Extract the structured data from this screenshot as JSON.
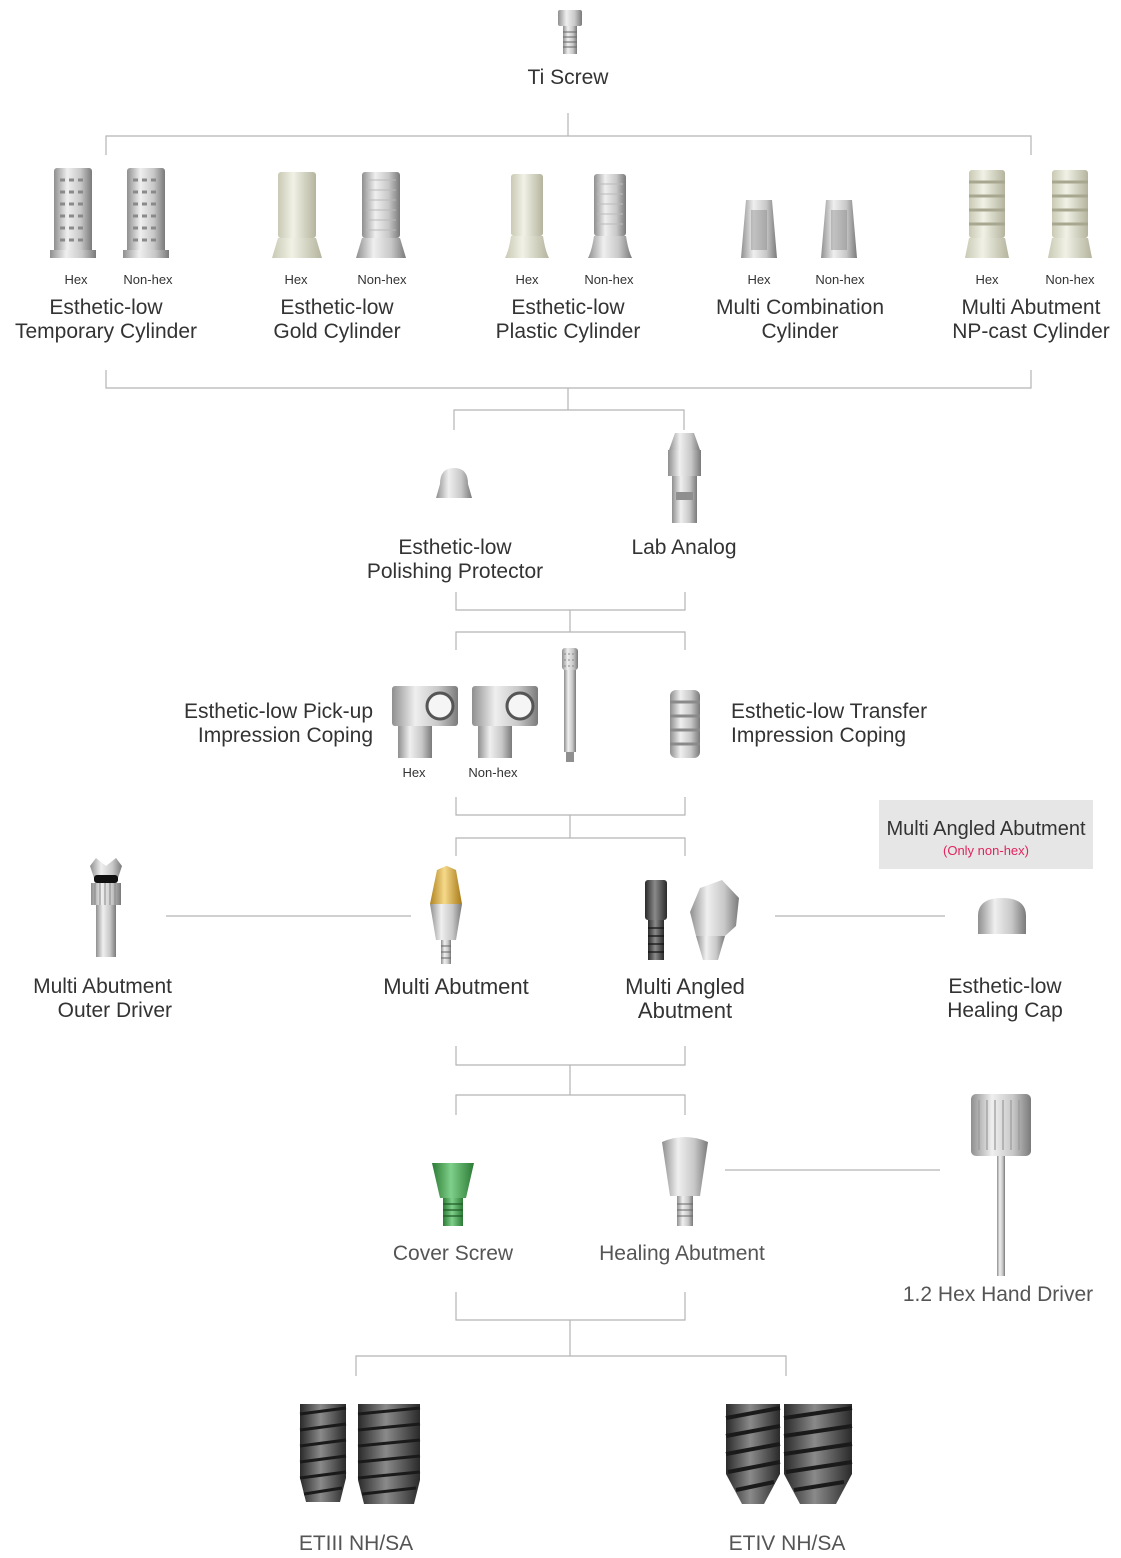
{
  "components": {
    "ti_screw": "Ti Screw",
    "cylinders": [
      {
        "line1": "Esthetic-low",
        "line2": "Temporary Cylinder",
        "hex": "Hex",
        "nonhex": "Non-hex"
      },
      {
        "line1": "Esthetic-low",
        "line2": "Gold Cylinder",
        "hex": "Hex",
        "nonhex": "Non-hex"
      },
      {
        "line1": "Esthetic-low",
        "line2": "Plastic Cylinder",
        "hex": "Hex",
        "nonhex": "Non-hex"
      },
      {
        "line1": "Multi Combination",
        "line2": "Cylinder",
        "hex": "Hex",
        "nonhex": "Non-hex"
      },
      {
        "line1": "Multi Abutment",
        "line2": "NP-cast Cylinder",
        "hex": "Hex",
        "nonhex": "Non-hex"
      }
    ],
    "polishing_protector": {
      "line1": "Esthetic-low",
      "line2": "Polishing Protector"
    },
    "lab_analog": "Lab Analog",
    "pickup_coping": {
      "line1": "Esthetic-low Pick-up",
      "line2": "Impression Coping",
      "hex": "Hex",
      "nonhex": "Non-hex"
    },
    "transfer_coping": {
      "line1": "Esthetic-low Transfer",
      "line2": "Impression Coping"
    },
    "outer_driver": {
      "line1": "Multi Abutment",
      "line2": "Outer Driver"
    },
    "multi_abutment": "Multi Abutment",
    "multi_angled_abutment": {
      "line1": "Multi Angled",
      "line2": "Abutment"
    },
    "angled_note": {
      "title": "Multi Angled Abutment",
      "sub": "(Only non-hex)"
    },
    "healing_cap": {
      "line1": "Esthetic-low",
      "line2": "Healing Cap"
    },
    "cover_screw": "Cover Screw",
    "healing_abutment": "Healing Abutment",
    "hand_driver": "1.2 Hex Hand Driver",
    "implants": [
      "ETIII NH/SA",
      "ETIV NH/SA"
    ]
  },
  "colors": {
    "line": "#b5b5b5",
    "text": "#333333",
    "accent_red": "#e0245e",
    "gold": "#d4a83a",
    "green": "#3fa34d",
    "implant": "#4a4a4a"
  }
}
